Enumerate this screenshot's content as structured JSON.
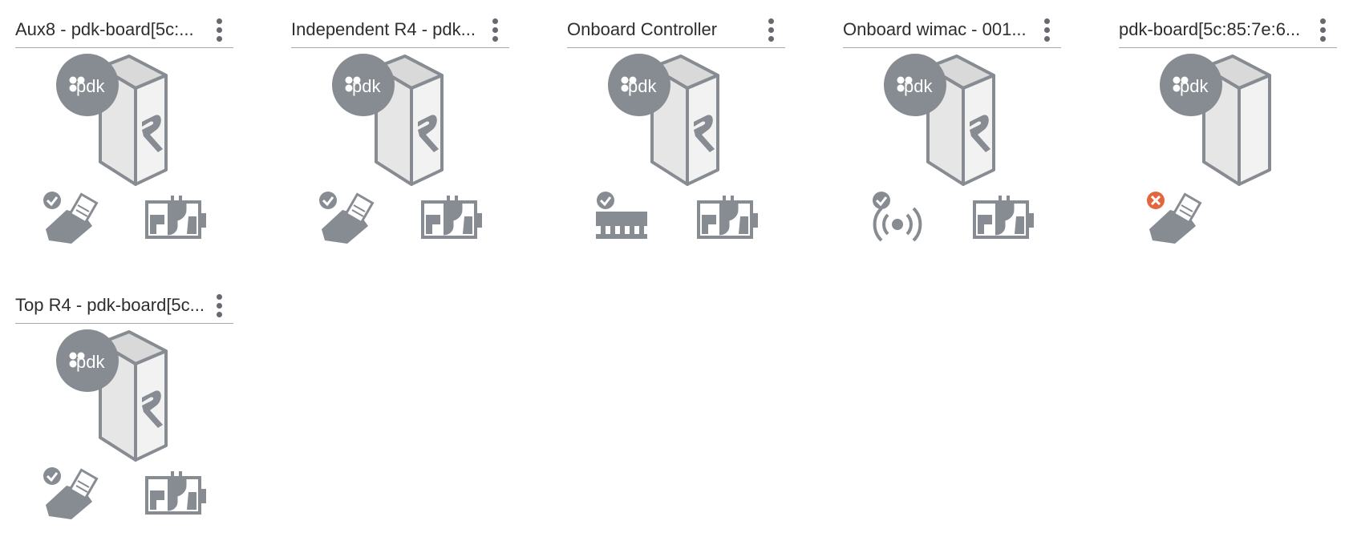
{
  "colors": {
    "icon_gray": "#878b92",
    "icon_light": "#eeeeee",
    "icon_mid": "#d9d9d9",
    "ok_badge": "#878b92",
    "error_badge": "#e2673f",
    "divider": "#a8a8a8"
  },
  "device_logo_text": "pdk",
  "cards": [
    {
      "title": "Aux8 - pdk-board[5c:...",
      "menu_icon": "kebab-menu-icon",
      "left_status": {
        "icon": "reader-icon",
        "state": "ok"
      },
      "right_status": {
        "icon": "power-battery-icon"
      }
    },
    {
      "title": "Independent R4 - pdk...",
      "menu_icon": "kebab-menu-icon",
      "left_status": {
        "icon": "reader-icon",
        "state": "ok"
      },
      "right_status": {
        "icon": "power-battery-icon"
      }
    },
    {
      "title": "Onboard Controller",
      "menu_icon": "kebab-menu-icon",
      "left_status": {
        "icon": "ethernet-port-icon",
        "state": "ok"
      },
      "right_status": {
        "icon": "power-battery-icon"
      }
    },
    {
      "title": "Onboard wimac - 001...",
      "menu_icon": "kebab-menu-icon",
      "left_status": {
        "icon": "wireless-signal-icon",
        "state": "ok"
      },
      "right_status": {
        "icon": "power-battery-icon"
      }
    },
    {
      "title": "pdk-board[5c:85:7e:6...",
      "menu_icon": "kebab-menu-icon",
      "left_status": {
        "icon": "reader-icon",
        "state": "error"
      },
      "right_status": null
    },
    {
      "title": "Top R4 - pdk-board[5c...",
      "menu_icon": "kebab-menu-icon",
      "left_status": {
        "icon": "reader-icon",
        "state": "ok"
      },
      "right_status": {
        "icon": "power-battery-icon"
      }
    }
  ]
}
